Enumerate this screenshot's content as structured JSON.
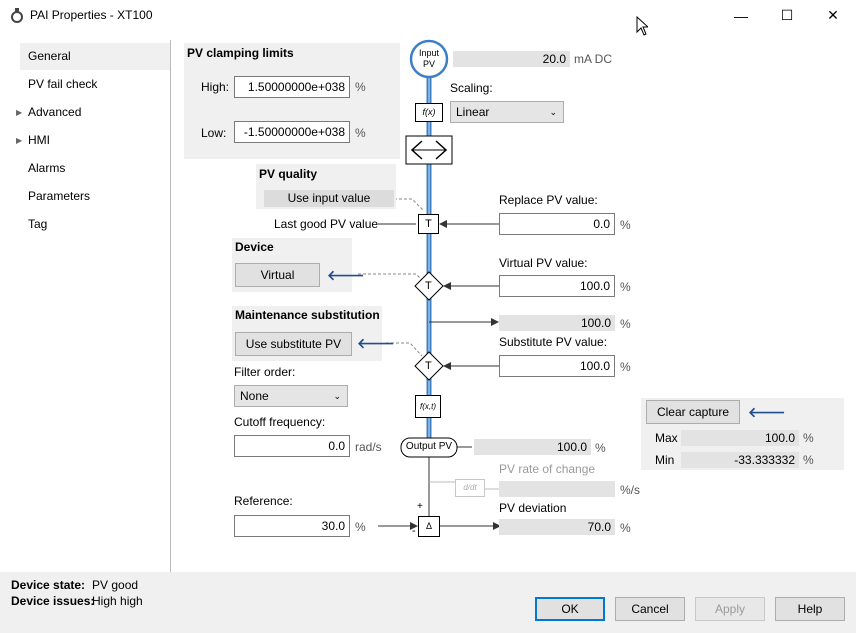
{
  "window": {
    "title": "PAI Properties - XT100",
    "minimize": "—",
    "maximize": "☐",
    "close": "✕"
  },
  "sidebar": {
    "items": [
      {
        "label": "General"
      },
      {
        "label": "PV fail check"
      },
      {
        "label": "Advanced"
      },
      {
        "label": "HMI"
      },
      {
        "label": "Alarms"
      },
      {
        "label": "Parameters"
      },
      {
        "label": "Tag"
      }
    ],
    "expand_glyph": "▶"
  },
  "clamping": {
    "title": "PV clamping limits",
    "high_label": "High:",
    "high_value": "1.50000000e+038",
    "low_label": "Low:",
    "low_value": "-1.50000000e+038",
    "unit": "%"
  },
  "input": {
    "node_label": "Input PV",
    "value": "20.0",
    "unit": "mA DC",
    "scaling_label": "Scaling:",
    "scaling_value": "Linear",
    "fx_label": "f(x)"
  },
  "pv_quality": {
    "title": "PV quality",
    "mode": "Use input value",
    "last_good": "Last good PV value"
  },
  "replace": {
    "label": "Replace PV value:",
    "value": "0.0",
    "unit": "%"
  },
  "device": {
    "title": "Device",
    "button": "Virtual"
  },
  "virtual": {
    "label": "Virtual PV value:",
    "value": "100.0",
    "unit": "%",
    "output_value": "100.0",
    "output_unit": "%"
  },
  "maintenance": {
    "title": "Maintenance substitution",
    "button": "Use substitute PV"
  },
  "substitute": {
    "label": "Substitute PV value:",
    "value": "100.0",
    "unit": "%"
  },
  "filter": {
    "label": "Filter order:",
    "value": "None",
    "fxt_label": "f(x,t)",
    "cutoff_label": "Cutoff frequency:",
    "cutoff_value": "0.0",
    "cutoff_unit": "rad/s"
  },
  "output": {
    "node_label": "Output PV",
    "value": "100.0",
    "unit": "%",
    "rate_label": "PV rate of change",
    "rate_value": "",
    "rate_unit": "%/s",
    "deriv_label": "d/dt"
  },
  "reference": {
    "label": "Reference:",
    "value": "30.0",
    "unit": "%",
    "delta": "Δ",
    "plus": "+",
    "minus": "-"
  },
  "deviation": {
    "label": "PV deviation",
    "value": "70.0",
    "unit": "%"
  },
  "capture": {
    "button": "Clear capture",
    "max_label": "Max",
    "max_value": "100.0",
    "min_label": "Min",
    "min_value": "-33.333332",
    "unit": "%"
  },
  "footer": {
    "state_label": "Device state:",
    "state_value": "PV good",
    "issues_label": "Device issues:",
    "issues_value": "High high",
    "ok": "OK",
    "cancel": "Cancel",
    "apply": "Apply",
    "help": "Help"
  },
  "symbols": {
    "t": "T",
    "arrow_left": "🡐"
  },
  "colors": {
    "flow_line": "#3d7fc4",
    "accent": "#0078d7",
    "arrow": "#1f4e8c"
  }
}
